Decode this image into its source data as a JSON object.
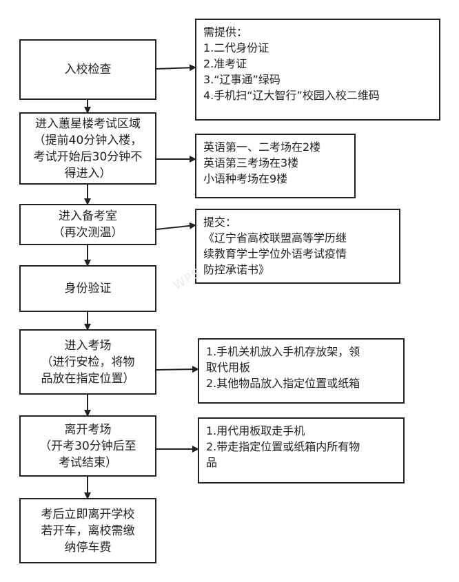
{
  "steps": [
    {
      "lines": [
        "入校检查"
      ]
    },
    {
      "lines": [
        "进入蕙星楼考试区域",
        "（提前40分钟入楼，",
        "考试开始后30分钟不",
        "得进入）"
      ]
    },
    {
      "lines": [
        "进入备考室",
        "（再次测温）"
      ]
    },
    {
      "lines": [
        "身份验证"
      ]
    },
    {
      "lines": [
        "进入考场",
        "（进行安检，将物",
        "品放在指定位置）"
      ]
    },
    {
      "lines": [
        "离开考场",
        "（开考30分钟后至",
        "考试结束）"
      ]
    },
    {
      "lines": [
        "考后立即离开学校",
        "若开车，离校需缴",
        "纳停车费"
      ]
    }
  ],
  "notes": [
    {
      "lines": [
        "需提供：",
        "1.二代身份证",
        "2.准考证",
        "3.“辽事通”绿码",
        "4.手机扫“辽大智行”校园入校二维码"
      ]
    },
    {
      "lines": [
        "英语第一、二考场在2楼",
        "英语第三考场在3楼",
        "小语种考场在9楼"
      ]
    },
    {
      "lines": [
        "提交：",
        "《辽宁省高校联盟高等学历继",
        "续教育学士学位外语考试疫情",
        "防控承诺书》"
      ]
    },
    {
      "lines": [
        "1.手机关机放入手机存放架，领",
        "取代用板",
        "2.其他物品放入指定位置或纸箱"
      ]
    },
    {
      "lines": [
        "1.用代用板取走手机",
        "2.带走指定位置或纸箱内所有物",
        "品"
      ]
    }
  ],
  "watermark": "WPS"
}
